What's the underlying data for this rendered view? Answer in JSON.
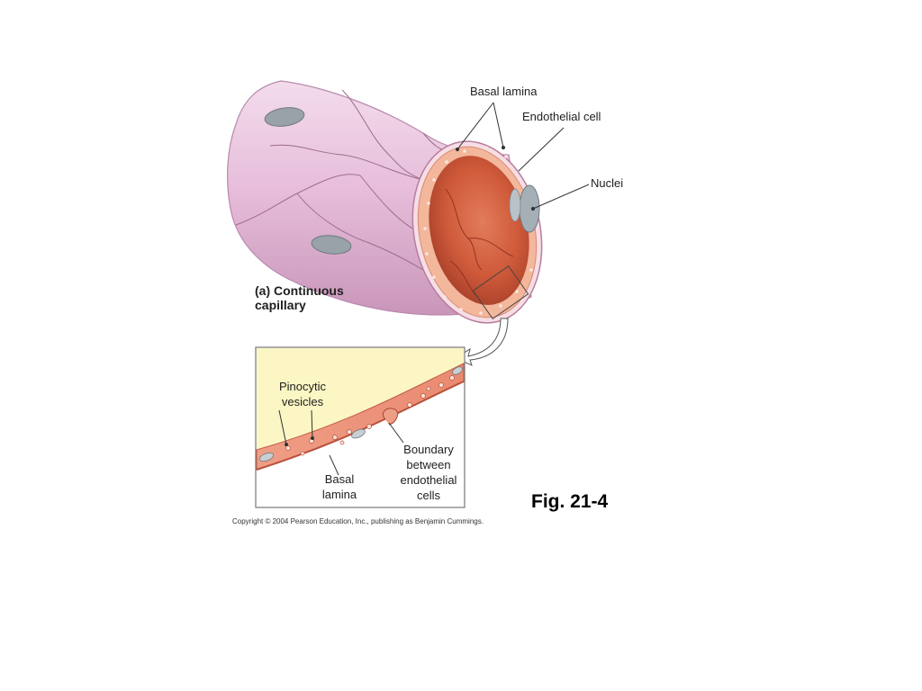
{
  "labels": {
    "basal_lamina": "Basal lamina",
    "endothelial_cell": "Endothelial cell",
    "nuclei": "Nuclei",
    "capillary_line1": "(a) Continuous",
    "capillary_line2": "capillary",
    "pinocytic_line1": "Pinocytic",
    "pinocytic_line2": "vesicles",
    "boundary_line1": "Boundary",
    "boundary_line2": "between",
    "boundary_line3": "endothelial",
    "boundary_line4": "cells",
    "inset_basal_line1": "Basal",
    "inset_basal_line2": "lamina"
  },
  "figure_number": "Fig. 21-4",
  "copyright": "Copyright © 2004 Pearson Education, Inc., publishing as Benjamin Cummings.",
  "colors": {
    "vessel_outer": "#e8bfdc",
    "vessel_shadow": "#c98fb6",
    "lumen": "#cf5a3a",
    "endothelium_band": "#f4b49a",
    "inset_lumen": "#fbf6c4",
    "nucleus": "#9aa6ad"
  }
}
